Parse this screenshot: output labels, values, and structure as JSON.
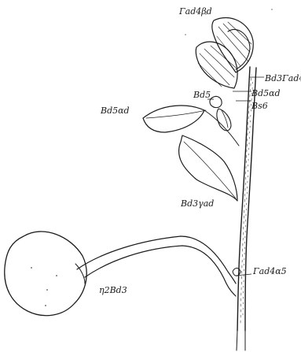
{
  "labels": {
    "top": "Γad4βd",
    "right_upper": "Bd3Γad4",
    "d5": "Bd5",
    "d5_right": "Bd5αd",
    "s6": "Bs6",
    "d5_left": "Bd5αd",
    "mid": "Bd3γad",
    "lower_right": "Γad4α5",
    "cotyledon": "η2Bd3"
  }
}
